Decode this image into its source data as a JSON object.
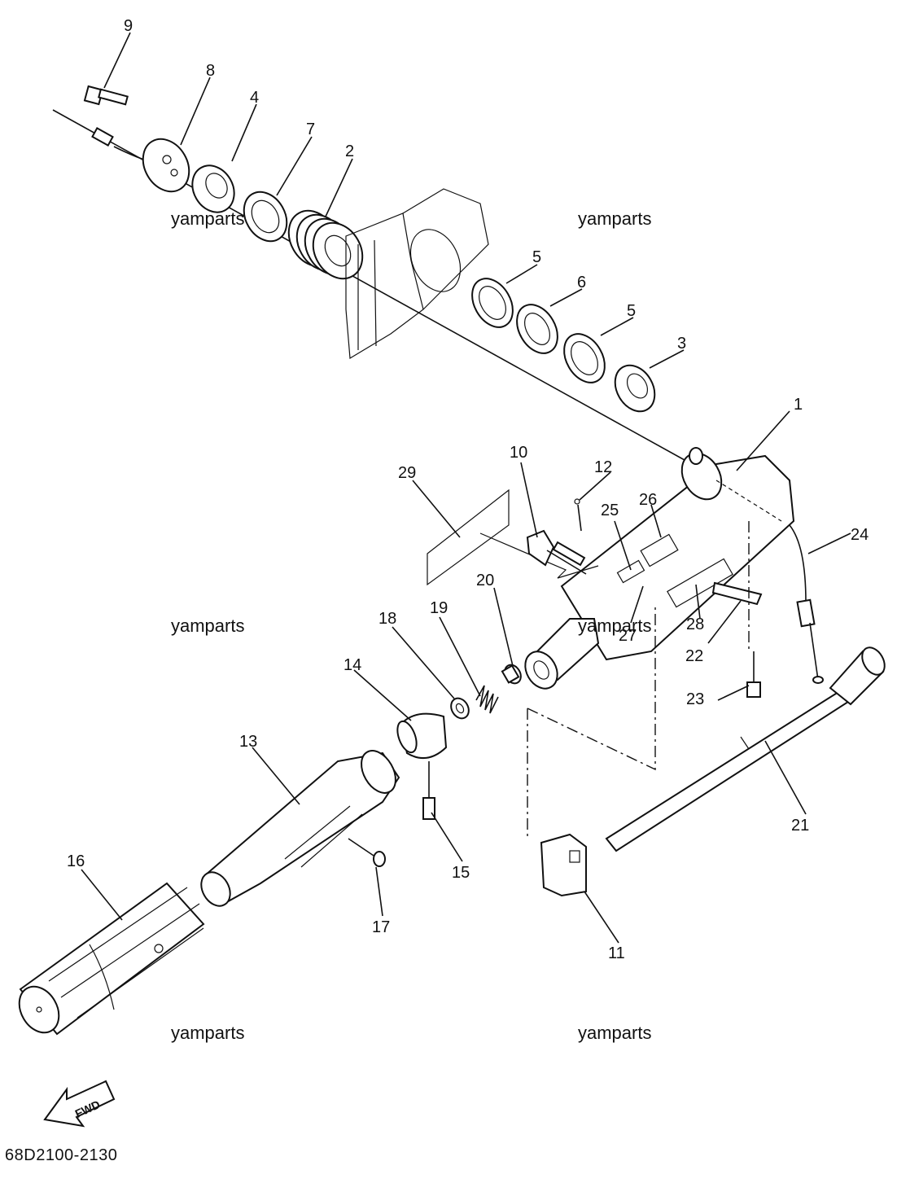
{
  "diagram": {
    "callouts": [
      "1",
      "2",
      "3",
      "4",
      "5",
      "5",
      "6",
      "7",
      "8",
      "9",
      "10",
      "11",
      "12",
      "13",
      "14",
      "15",
      "16",
      "17",
      "18",
      "19",
      "20",
      "21",
      "22",
      "23",
      "24",
      "25",
      "26",
      "27",
      "28",
      "29"
    ],
    "watermark": "yamparts",
    "fwd_label": "FWD",
    "drawing_code": "68D2100-2130"
  }
}
